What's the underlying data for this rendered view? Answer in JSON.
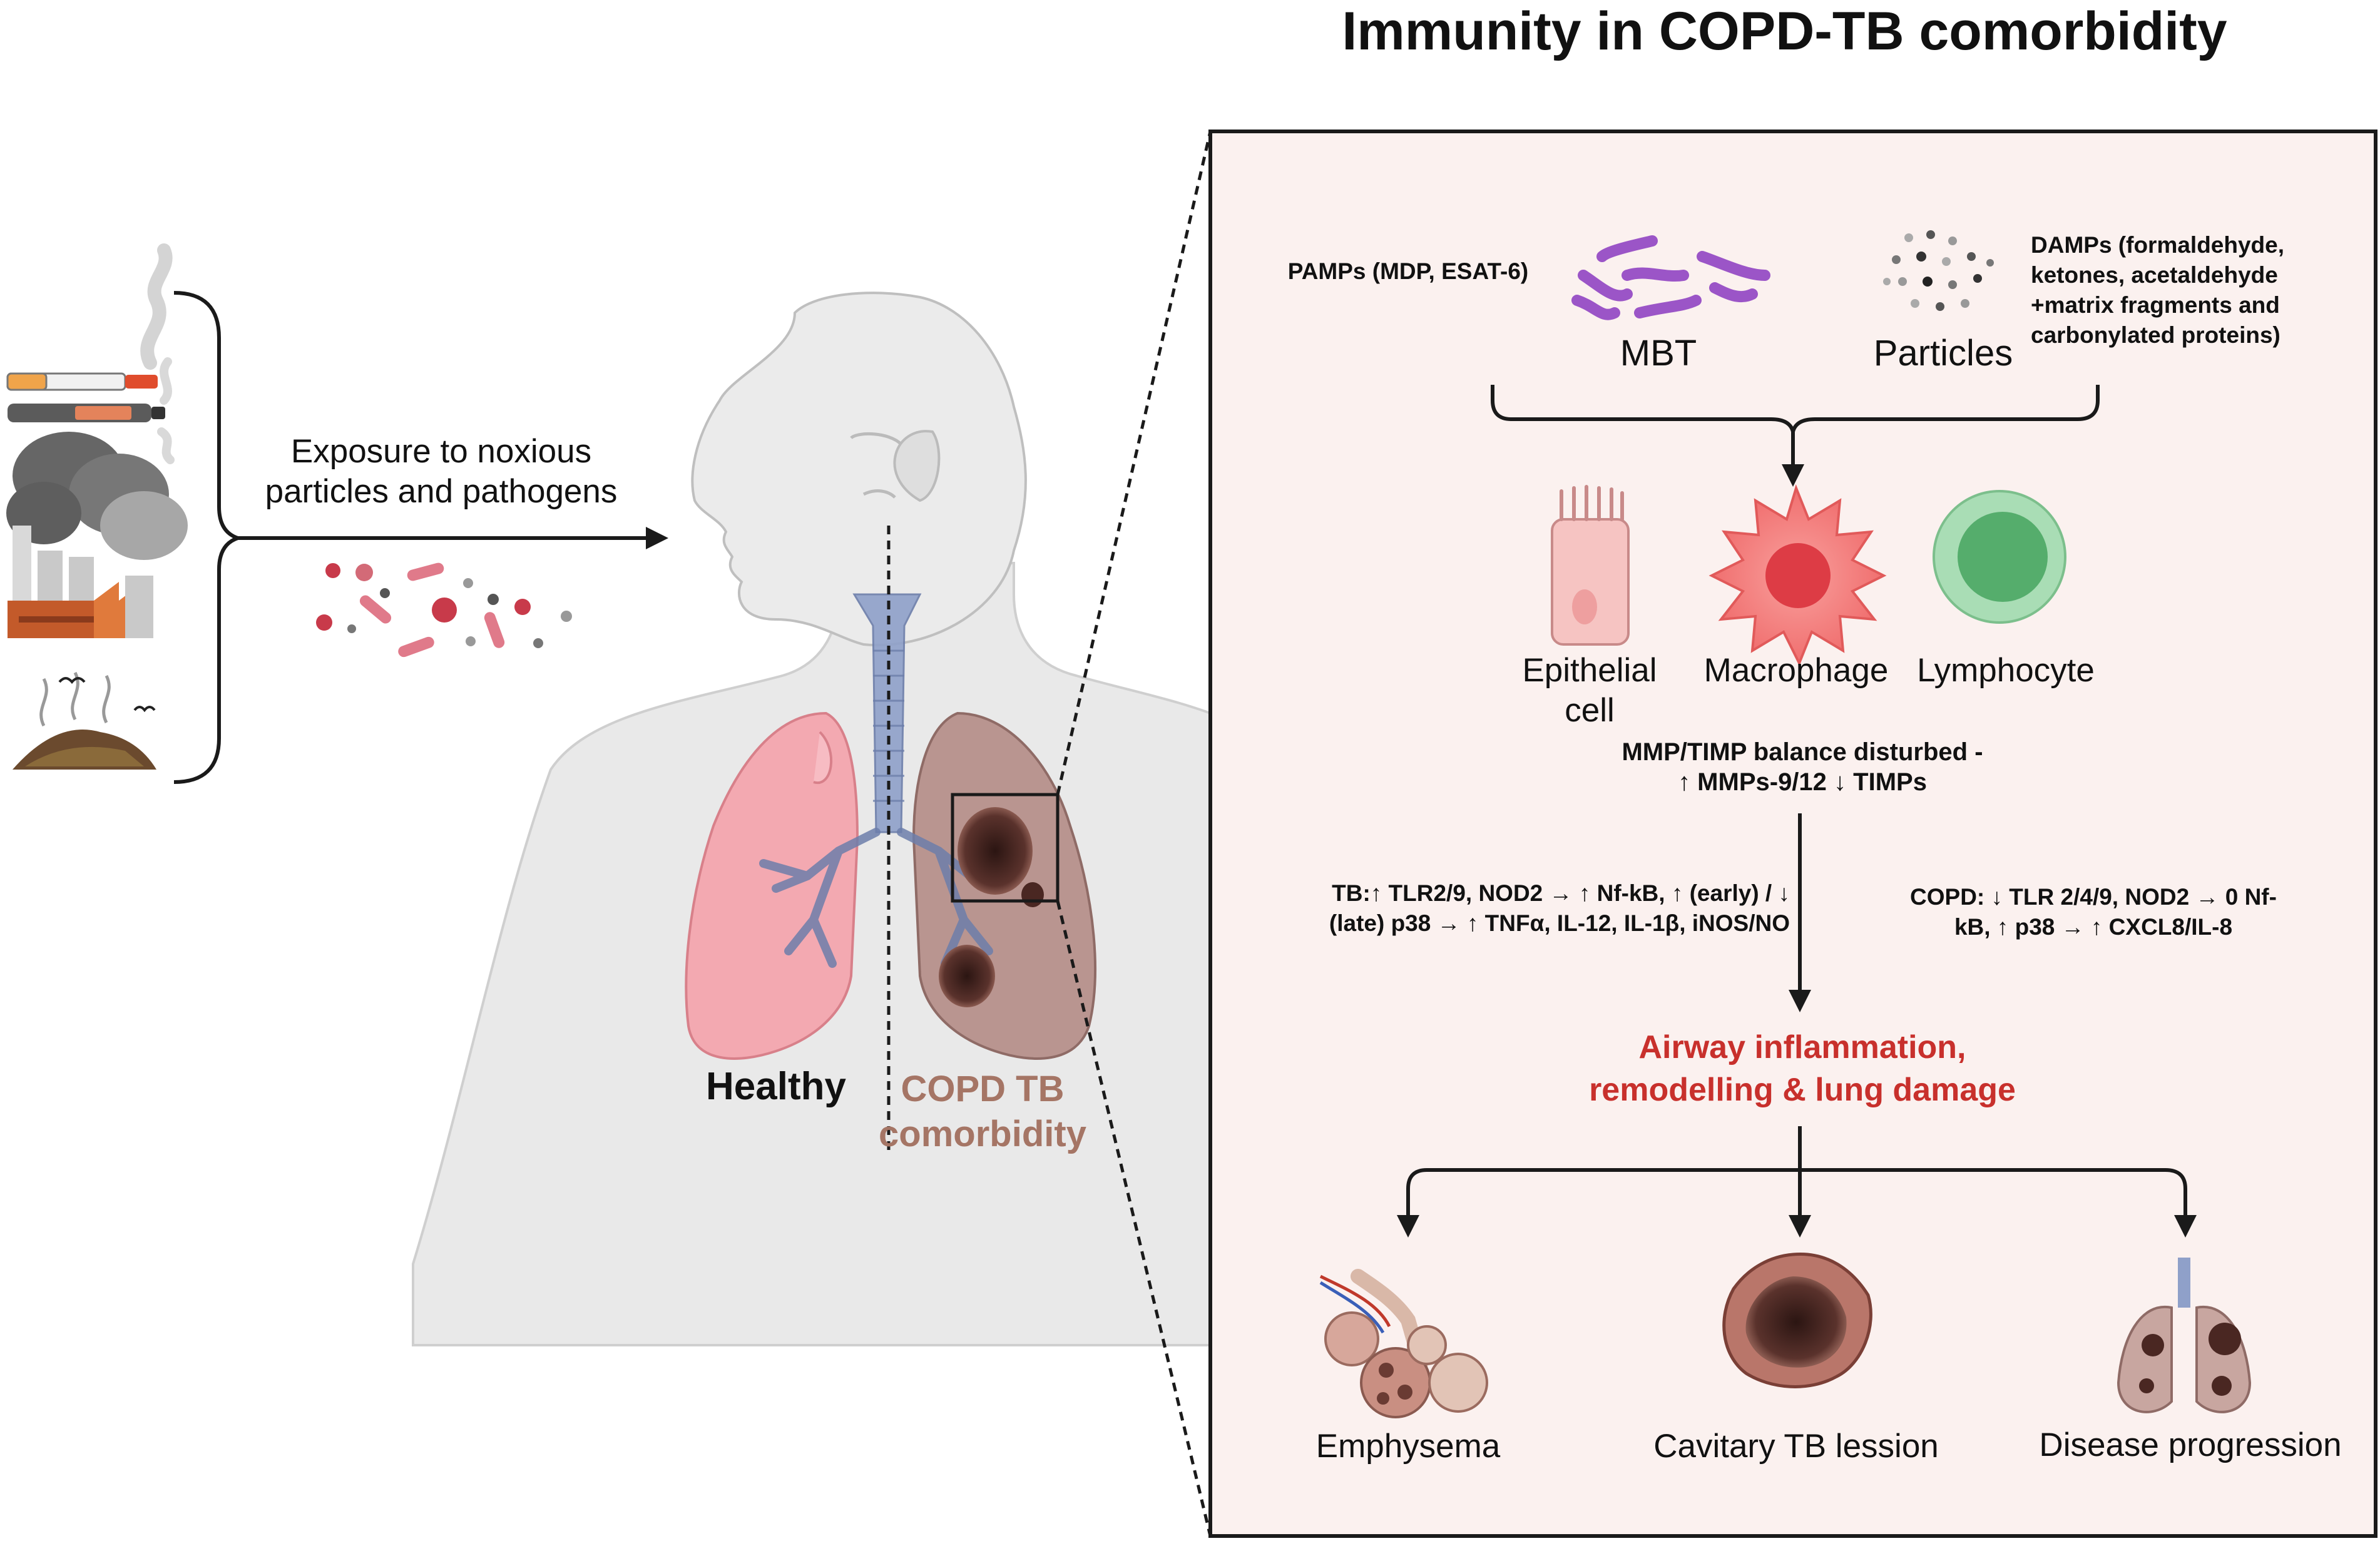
{
  "title": "Immunity in COPD-TB comorbidity",
  "exposure": {
    "label_line1": "Exposure to noxious",
    "label_line2": "particles and pathogens"
  },
  "body": {
    "healthy_label": "Healthy",
    "copd_line1": "COPD TB",
    "copd_line2": "comorbidity"
  },
  "panel": {
    "pamps": "PAMPs (MDP, ESAT-6)",
    "mbt": "MBT",
    "particles": "Particles",
    "damps_lines": [
      "DAMPs (formaldehyde,",
      "ketones, acetaldehyde",
      "+matrix fragments and",
      "carbonylated proteins)"
    ],
    "epithelial_line1": "Epithelial",
    "epithelial_line2": "cell",
    "macrophage": "Macrophage",
    "lymphocyte": "Lymphocyte",
    "mmp_line1": "MMP/TIMP balance disturbed -",
    "mmp_line2": "↑ MMPs-9/12 ↓ TIMPs",
    "tb_line1": "TB:↑ TLR2/9, NOD2 → ↑ Nf-kB, ↑ (early) / ↓",
    "tb_line2": "(late) p38 → ↑ TNFα, IL-12, IL-1β, iNOS/NO",
    "copd_line1": "COPD: ↓ TLR 2/4/9, NOD2 → 0 Nf-",
    "copd_line2": "kB, ↑ p38 →  ↑ CXCL8/IL-8",
    "airway_line1": "Airway inflammation,",
    "airway_line2": "remodelling & lung damage",
    "outcome_emphysema": "Emphysema",
    "outcome_cavitary": "Cavitary TB lession",
    "outcome_progression": "Disease progression"
  },
  "colors": {
    "panel_bg": "#fbf1ef",
    "lung_healthy": "#f3a9b1",
    "lung_copd": "#b99590",
    "mbt": "#9b55c7",
    "macrophage": "#f47a7a",
    "lymphocyte": "#8fd3a5",
    "accent_red": "#c8302c"
  }
}
